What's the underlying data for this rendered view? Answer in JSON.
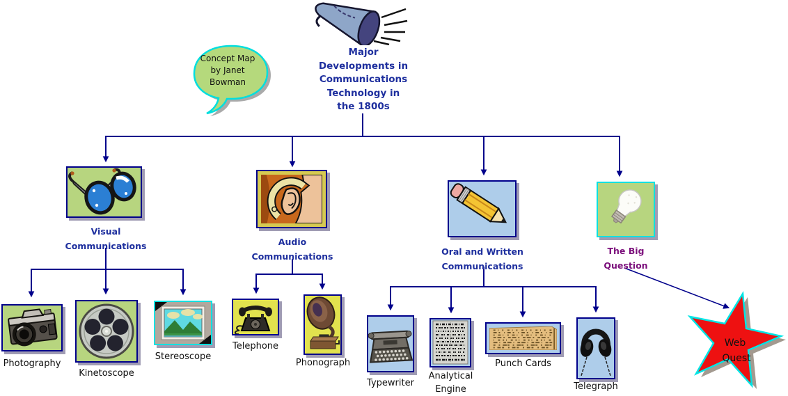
{
  "title": {
    "lines": [
      "Major",
      "Developments in",
      "Communications",
      "Technology in",
      "the 1800s"
    ],
    "icon": "megaphone-icon"
  },
  "bubble": {
    "lines": [
      "Concept Map",
      "by Janet",
      "Bowman"
    ]
  },
  "nodes": {
    "visual": {
      "lines": [
        "Visual",
        "Communications"
      ],
      "icon": "eyeglasses-icon"
    },
    "audio": {
      "lines": [
        "Audio",
        "Communications"
      ],
      "icon": "ear-icon"
    },
    "oral": {
      "lines": [
        "Oral and Written",
        "Communications"
      ],
      "icon": "pencil-icon"
    },
    "big_question": {
      "lines": [
        "The Big",
        "Question"
      ],
      "icon": "lightbulb-icon"
    },
    "photography": {
      "label": "Photography",
      "icon": "camera-icon"
    },
    "kinetoscope": {
      "label": "Kinetoscope",
      "icon": "film-reel-icon"
    },
    "stereoscope": {
      "label": "Stereoscope",
      "icon": "landscape-photo-icon"
    },
    "telephone": {
      "label": "Telephone",
      "icon": "telephone-icon"
    },
    "phonograph": {
      "label": "Phonograph",
      "icon": "phonograph-icon"
    },
    "typewriter": {
      "label": "Typewriter",
      "icon": "typewriter-icon"
    },
    "analytical_engine": {
      "lines": [
        "Analytical",
        "Engine"
      ],
      "icon": "engraving-icon"
    },
    "punch_cards": {
      "label": "Punch Cards",
      "icon": "punch-card-icon"
    },
    "telegraph": {
      "label": "Telegraph",
      "icon": "headphones-icon"
    },
    "web_quest": {
      "lines": [
        "Web",
        "Quest"
      ],
      "icon": "star-icon"
    }
  },
  "colors": {
    "connector": "#00008b",
    "category_text": "#1e2f9e",
    "big_question_text": "#7c107c",
    "item_text": "#111111",
    "green_box": "#b7d57f",
    "yellow_box": "#e2e24e",
    "blue_box": "#aecdea",
    "khaki_frame": "#d6ca52",
    "cyan_border": "#00e0e0",
    "star_red": "#ee1111",
    "bubble_green": "#b5d97c",
    "shadow": "#a09cb4"
  }
}
